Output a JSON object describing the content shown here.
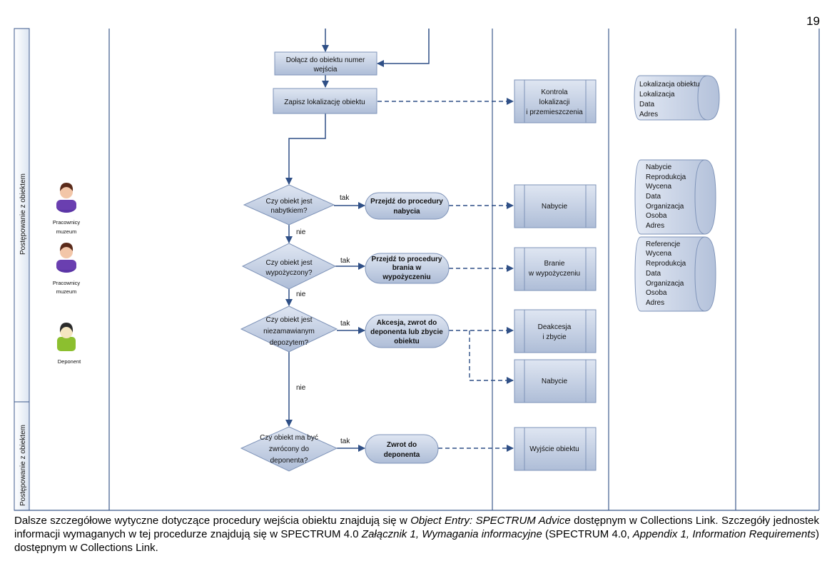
{
  "page_number": "19",
  "lanes": {
    "top_label": "Postępowanie z obiektem",
    "bottom_label": "Postępowanie z obiektem"
  },
  "actors": {
    "staff_1": [
      "Pracownicy",
      "muzeum"
    ],
    "staff_2": [
      "Pracownicy",
      "muzeum"
    ],
    "depositor": "Deponent"
  },
  "steps": {
    "attach": [
      "Dołącz do obiektu numer",
      "wejścia"
    ],
    "record_location": "Zapisz lokalizację obiektu"
  },
  "decisions": {
    "acquisition": [
      "Czy obiekt jest",
      "nabytkiem?"
    ],
    "loan": [
      "Czy obiekt jest",
      "wypożyczony?"
    ],
    "deposit": [
      "Czy obiekt jest",
      "niezamawianym",
      "depozytem?"
    ],
    "return": [
      "Czy obiekt ma być",
      "zwrócony do",
      "deponenta?"
    ]
  },
  "actions": {
    "go_acquisition": [
      "Przejdź do procedury",
      "nabycia"
    ],
    "go_loan": [
      "Przejdź to procedury",
      "brania w",
      "wypożyczeniu"
    ],
    "accession": [
      "Akcesja, zwrot do",
      "deponenta lub zbycie",
      "obiektu"
    ],
    "return_depositor": [
      "Zwrot do",
      "deponenta"
    ]
  },
  "procedures": {
    "location_control": [
      "Kontrola",
      "lokalizacji",
      "i przemieszczenia"
    ],
    "acquisition_1": "Nabycie",
    "loans_in": [
      "Branie",
      "w wypożyczeniu"
    ],
    "deaccession": [
      "Deakcesja",
      "i zbycie"
    ],
    "acquisition_2": "Nabycie",
    "object_exit": "Wyjście obiektu"
  },
  "data_stores": {
    "location": [
      "Lokalizacja obiektu",
      "Lokalizacja",
      "Data",
      "Adres"
    ],
    "acquisition": [
      "Nabycie",
      "Reprodukcja",
      "Wycena",
      "Data",
      "Organizacja",
      "Osoba",
      "Adres"
    ],
    "references": [
      "Referencje",
      "Wycena",
      "Reprodukcja",
      "Data",
      "Organizacja",
      "Osoba",
      "Adres"
    ]
  },
  "connector_labels": {
    "yes": "tak",
    "no": "nie"
  },
  "footer": {
    "p1_a": "Dalsze szczegółowe wytyczne dotyczące procedury wejścia obiektu znajdują się w ",
    "p1_b": "Object Entry: SPECTRUM Advice",
    "p1_c": " dostępnym w Collections Link. Szczegóły jednostek informacji wymaganych w tej procedurze znajdują się w SPECTRUM 4.0 ",
    "p1_d": "Załącznik 1, Wymagania informacyjne",
    "p1_e": " (SPECTRUM 4.0, ",
    "p1_f": "Appendix 1, Information Requirements",
    "p1_g": ") dostępnym w Collections Link."
  },
  "colors": {
    "shape_fill_top": "#dde4f0",
    "shape_fill_bottom": "#a9b8d3",
    "shape_stroke": "#7e93b8",
    "arrow": "#2f4f86",
    "lane_line": "#3d5a8c",
    "actor_staff": "#6a3fb0",
    "actor_depositor": "#8cbf2f"
  }
}
